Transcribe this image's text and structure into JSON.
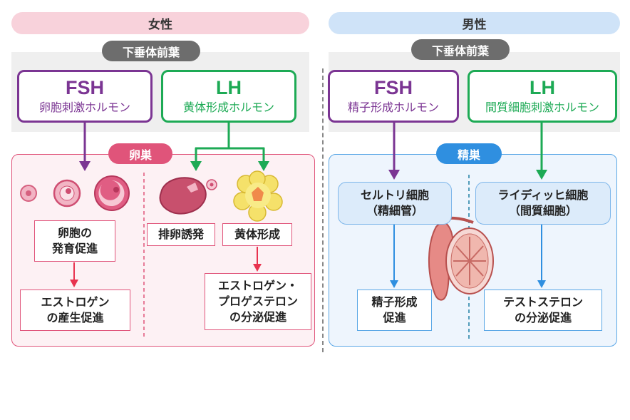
{
  "female": {
    "header": "女性",
    "pituitary": "下垂体前葉",
    "fsh": {
      "title": "FSH",
      "subtitle": "卵胞刺激ホルモン"
    },
    "lh": {
      "title": "LH",
      "subtitle": "黄体形成ホルモン"
    },
    "organ": "卵巣",
    "follicle_box": [
      "卵胞の",
      "発育促進"
    ],
    "estrogen_box": [
      "エストロゲン",
      "の産生促進"
    ],
    "ovulation_box": "排卵誘発",
    "luteal_box": "黄体形成",
    "progesterone_box": [
      "エストロゲン・",
      "プロゲステロン",
      "の分泌促進"
    ]
  },
  "male": {
    "header": "男性",
    "pituitary": "下垂体前葉",
    "fsh": {
      "title": "FSH",
      "subtitle": "精子形成ホルモン"
    },
    "lh": {
      "title": "LH",
      "subtitle": "間質細胞刺激ホルモン"
    },
    "organ": "精巣",
    "sertoli": [
      "セルトリ細胞",
      "（精細管）"
    ],
    "leydig": [
      "ライディッヒ細胞",
      "（間質細胞）"
    ],
    "sperm_box": [
      "精子形成",
      "促進"
    ],
    "testosterone_box": [
      "テストステロン",
      "の分泌促進"
    ]
  },
  "colors": {
    "female_header": "#f8d2db",
    "male_header": "#cfe3f8",
    "fsh": "#7b3593",
    "lh": "#1daa55",
    "ovary_accent": "#e0547a",
    "testis_accent": "#2f8fe0",
    "female_arrow": "#e8334f",
    "male_arrow": "#2f8fe0"
  }
}
